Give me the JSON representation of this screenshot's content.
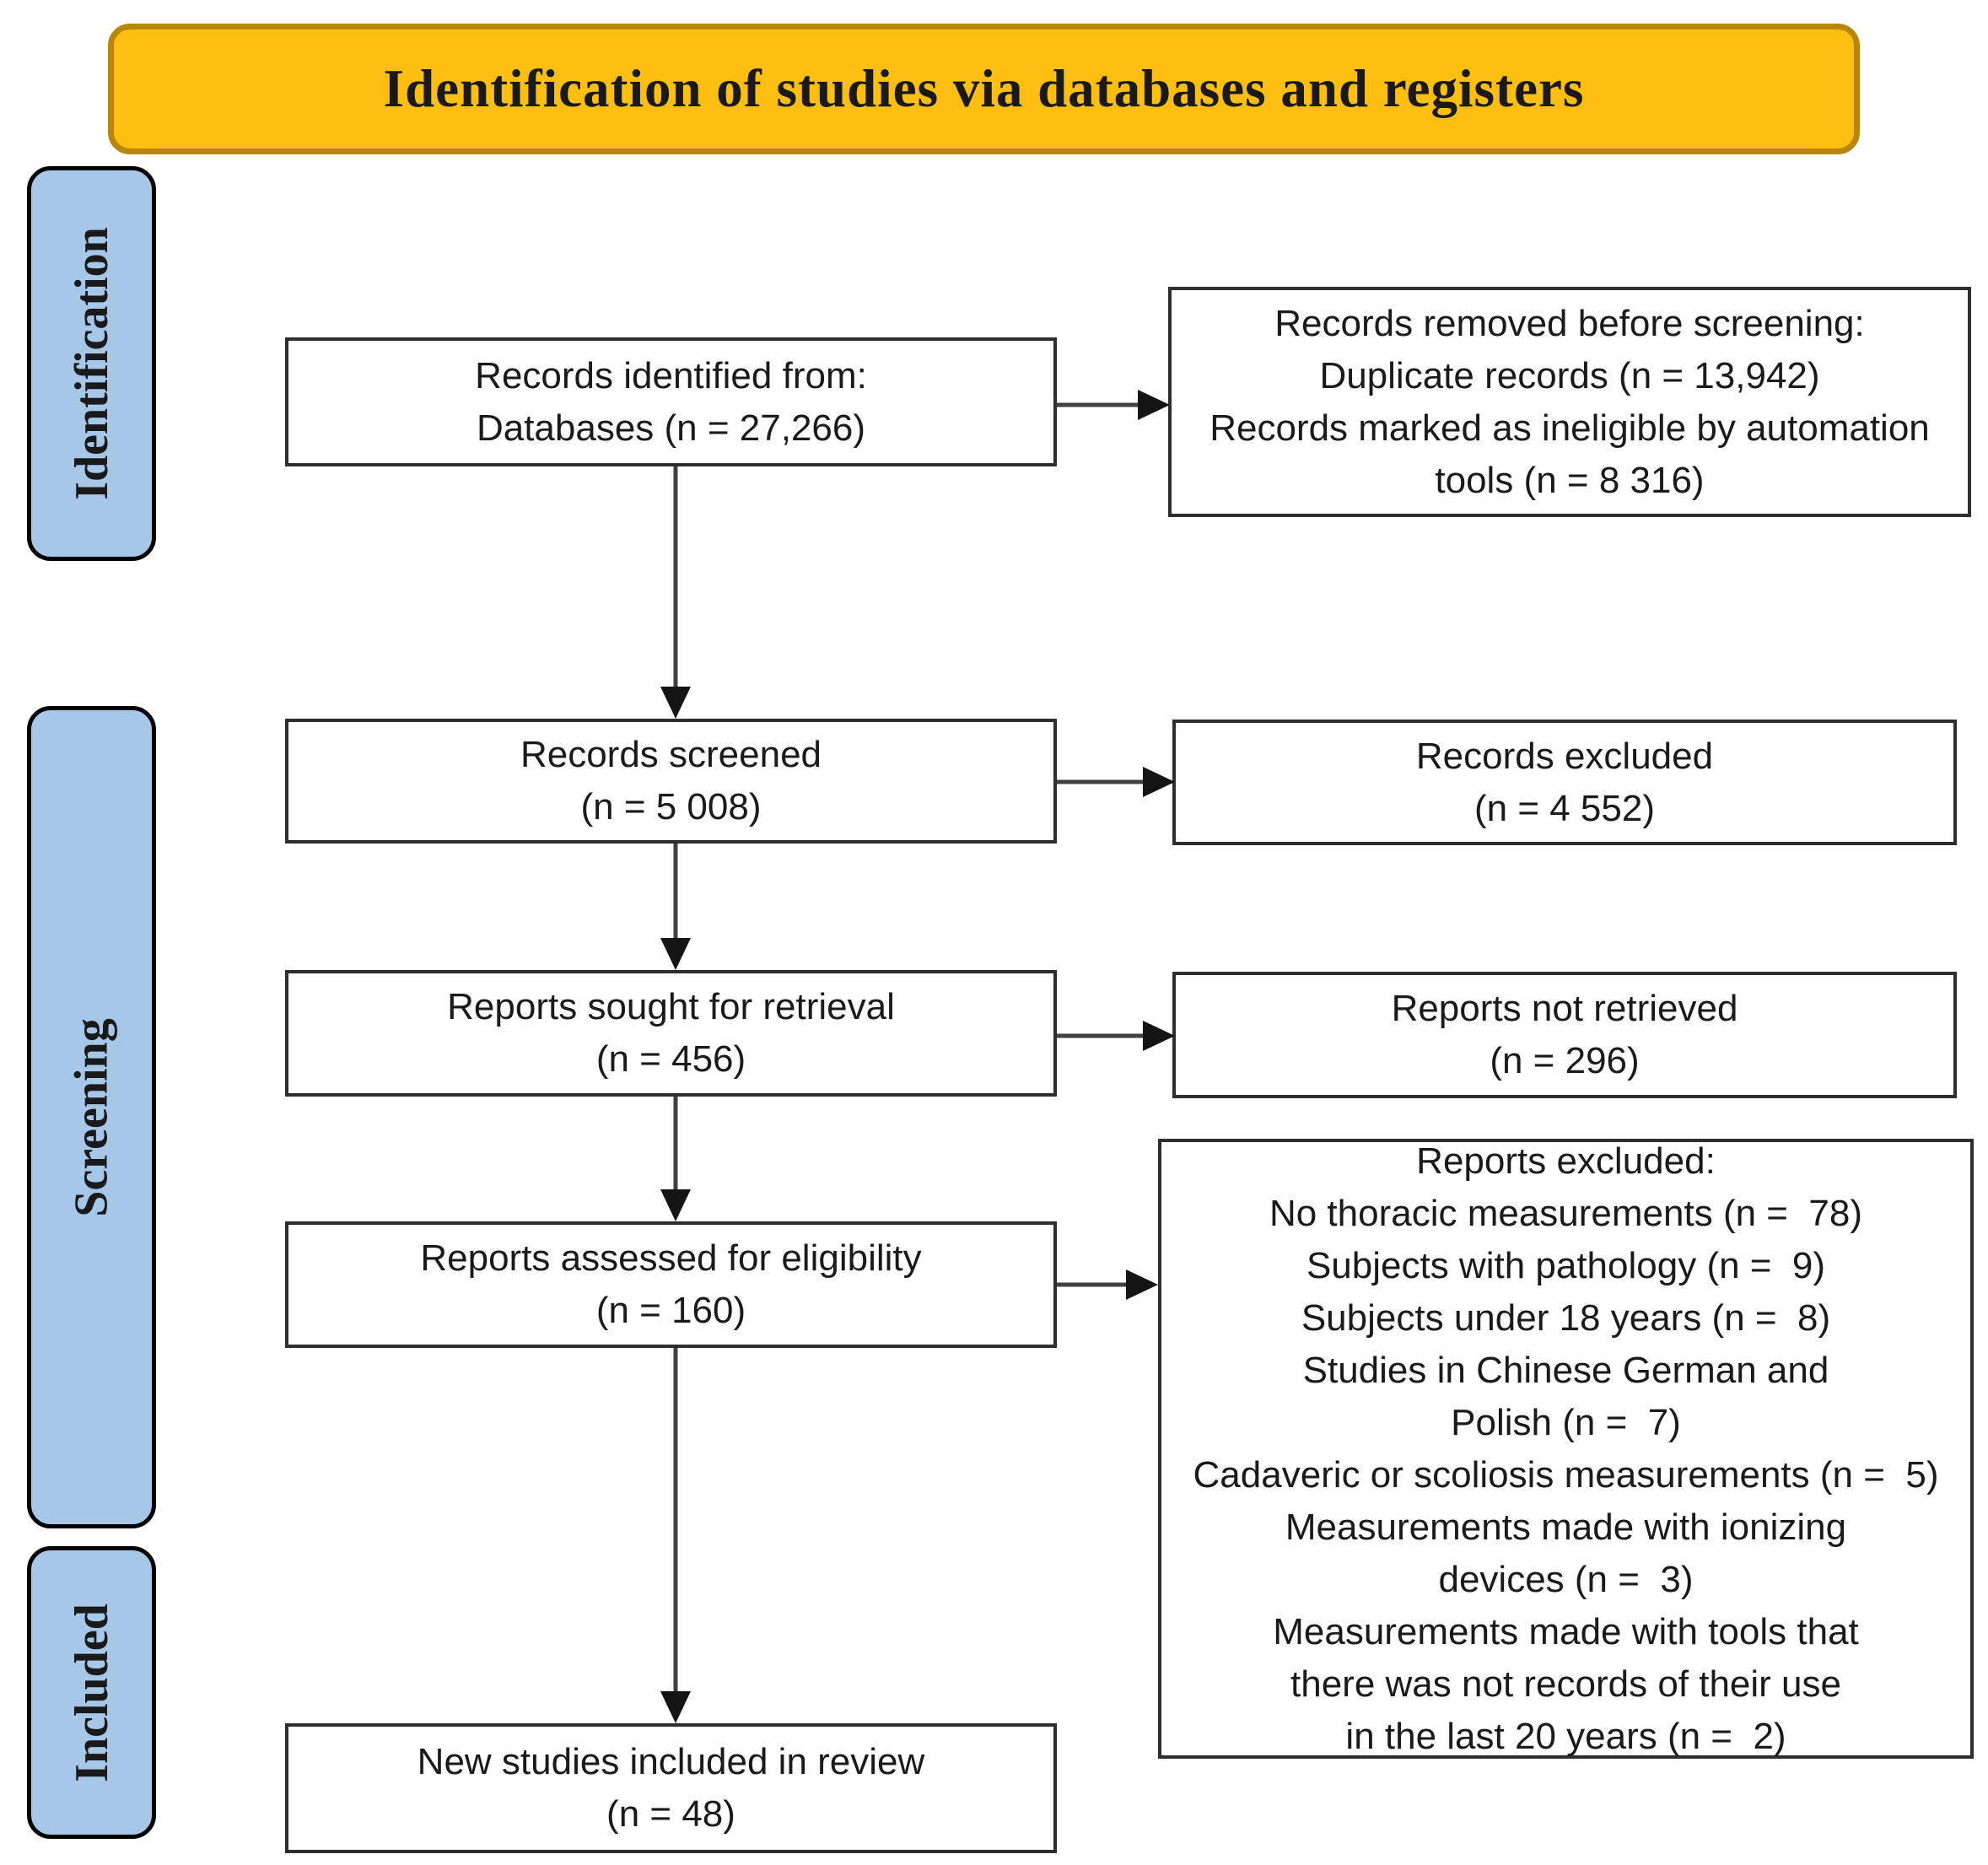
{
  "header": {
    "title": "Identification of studies via databases and registers"
  },
  "sidebar": {
    "stages": [
      {
        "label": "Identification"
      },
      {
        "label": "Screening"
      },
      {
        "label": "Included"
      }
    ]
  },
  "flow": {
    "identified": {
      "text": "Records identified from:\nDatabases (n = 27,266)"
    },
    "removed": {
      "text": "Records removed before screening:\nDuplicate records (n = 13,942)\nRecords marked as ineligible by automation\ntools (n = 8 316)"
    },
    "screened": {
      "text": "Records screened\n(n = 5 008)"
    },
    "excluded_records": {
      "text": "Records excluded\n(n = 4 552)"
    },
    "sought": {
      "text": "Reports sought for retrieval\n(n = 456)"
    },
    "not_retrieved": {
      "text": "Reports not retrieved\n(n = 296)"
    },
    "assessed": {
      "text": "Reports assessed for eligibility\n(n = 160)"
    },
    "excluded_reports": {
      "text": "Reports excluded:\nNo thoracic measurements (n =  78)\nSubjects with pathology (n =  9)\nSubjects under 18 years (n =  8)\nStudies in Chinese German and\nPolish (n =  7)\nCadaveric or scoliosis measurements (n =  5)\nMeasurements made with ionizing\ndevices (n =  3)\nMeasurements made with tools that\nthere was not records of their use\nin the last 20 years (n =  2)"
    },
    "included": {
      "text": "New studies included in review\n(n = 48)"
    }
  },
  "colors": {
    "banner_fill": "#FCBF10",
    "banner_border": "#B8860B",
    "stage_fill": "#A6C7E8",
    "stage_border": "#000000",
    "box_border": "#2E2E2E",
    "arrow_line": "#3F3F3F",
    "arrow_head": "#141414",
    "text": "#1A1A1A"
  }
}
